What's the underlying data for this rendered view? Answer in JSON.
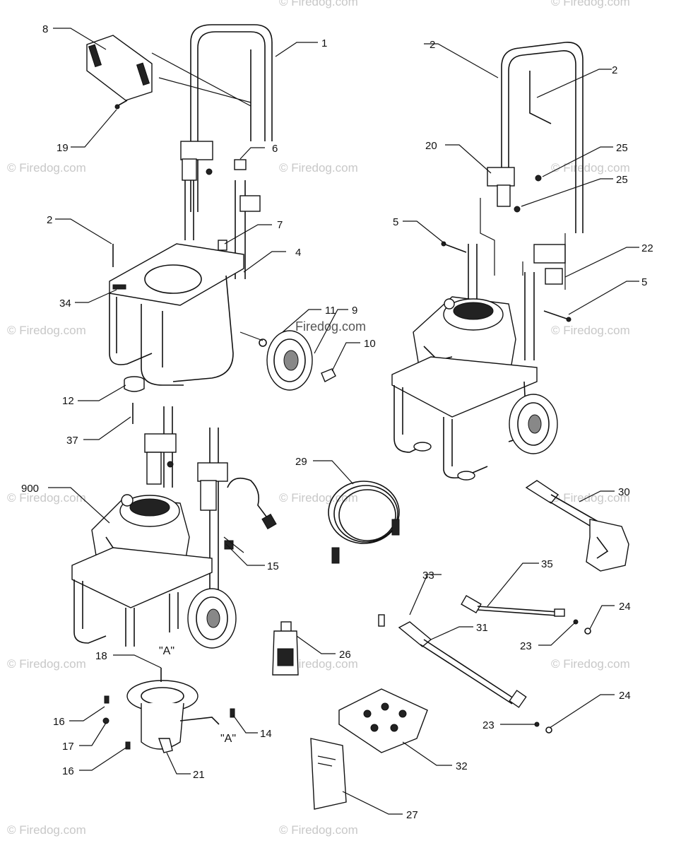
{
  "watermarks": [
    "© Firedog.com",
    "© Firedog.com",
    "© Firedog.com",
    "© Firedog.com",
    "© Firedog.com",
    "© Firedog.com",
    "© Firedog.com",
    "© Firedog.com",
    "© Firedog.com",
    "© Firedog.com",
    "© Firedog.com",
    "© Firedog.com",
    "© Firedog.com",
    "© Firedog.com",
    "© Firedog.com"
  ],
  "center_watermark": "Firedog.com",
  "callouts": {
    "c1": "1",
    "c2a": "2",
    "c2b": "2",
    "c2c": "2",
    "c4": "4",
    "c5a": "5",
    "c5b": "5",
    "c6": "6",
    "c7": "7",
    "c8": "8",
    "c9": "9",
    "c10": "10",
    "c11": "11",
    "c12": "12",
    "c14": "14",
    "c15": "15",
    "c16a": "16",
    "c16b": "16",
    "c17": "17",
    "c18": "18",
    "c19": "19",
    "c20": "20",
    "c21": "21",
    "c22": "22",
    "c23a": "23",
    "c23b": "23",
    "c24a": "24",
    "c24b": "24",
    "c25a": "25",
    "c25b": "25",
    "c26": "26",
    "c27": "27",
    "c29": "29",
    "c30": "30",
    "c31": "31",
    "c32": "32",
    "c33": "33",
    "c34": "34",
    "c35": "35",
    "c37": "37",
    "c900": "900"
  },
  "annotations": {
    "a1": "\"A\"",
    "a2": "\"A\""
  }
}
